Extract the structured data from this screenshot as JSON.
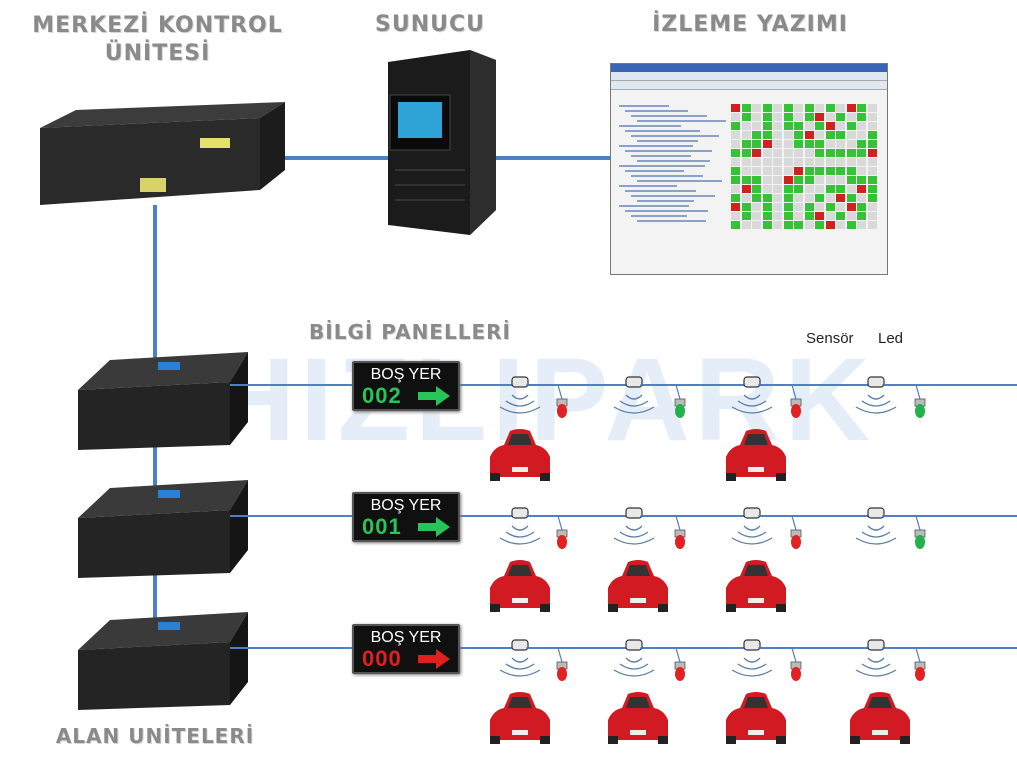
{
  "labels": {
    "central": "MERKEZİ KONTROL\nÜNİTESİ",
    "server": "SUNUCU",
    "software": "İZLEME YAZIMI",
    "panels": "BİLGİ PANELLERİ",
    "field": "ALAN UNİTELERİ",
    "sensor": "Sensör",
    "led": "Led"
  },
  "watermark": "HIZLIPARK",
  "rows": [
    {
      "panel_title": "BOŞ YER",
      "panel_value": "002",
      "panel_color": "#27c45a",
      "leds": [
        "red",
        "green",
        "red",
        "green"
      ],
      "cars": [
        1,
        0,
        1,
        0
      ]
    },
    {
      "panel_title": "BOŞ YER",
      "panel_value": "001",
      "panel_color": "#27c45a",
      "leds": [
        "red",
        "red",
        "red",
        "green"
      ],
      "cars": [
        1,
        1,
        1,
        0
      ]
    },
    {
      "panel_title": "BOŞ YER",
      "panel_value": "000",
      "panel_color": "#e0201f",
      "leds": [
        "red",
        "red",
        "red",
        "red"
      ],
      "cars": [
        1,
        1,
        1,
        1
      ]
    }
  ],
  "colors": {
    "line": "#4f7fc4",
    "led_red": "#e22222",
    "led_green": "#22b14c",
    "car": "#d11a22"
  }
}
